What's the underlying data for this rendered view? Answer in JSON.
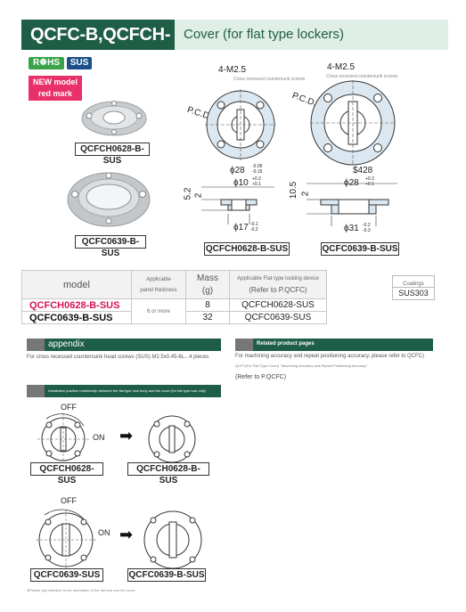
{
  "header": {
    "code": "QCFC-B,QCFCH-B",
    "title": "Cover (for flat type lockers)"
  },
  "badges": {
    "rohs": "R☸HS",
    "material": "SUS",
    "new_model_line1": "NEW model",
    "new_model_line2": "red mark"
  },
  "photos": {
    "small_label": "QCFCH0628-B-SUS",
    "large_label": "QCFC0639-B-SUS"
  },
  "drawings": {
    "left": {
      "screw": "4-M2.5",
      "screw_note": "Cross recessed countersunk screws",
      "pcd": "P.C.D.21",
      "dia_outer": "ϕ28",
      "dia_outer_tol_top": "-0.05",
      "dia_outer_tol_bot": "-0.15",
      "dia_inner": "ϕ10",
      "dia_inner_tol_top": "+0.2",
      "dia_inner_tol_bot": "+0.1",
      "height_total": "5.2",
      "height_flange": "2",
      "dia_bottom": "ϕ17",
      "dia_bottom_tol_top": "-0.1",
      "dia_bottom_tol_bot": "-0.2",
      "label": "QCFCH0628-B-SUS"
    },
    "right": {
      "screw": "4-M2.5",
      "screw_note": "Cross recessed countersunk screws",
      "pcd": "P.C.D.35",
      "dia_outer": "$428",
      "dia_inner": "ϕ28",
      "dia_inner_tol_top": "+0.2",
      "dia_inner_tol_bot": "+0.1",
      "height_total": "10.5",
      "height_flange": "2",
      "dia_bottom": "ϕ31",
      "dia_bottom_tol_top": "-0.2",
      "dia_bottom_tol_bot": "-0.3",
      "label": "QCFC0639-B-SUS"
    }
  },
  "table": {
    "headers": {
      "model": "model",
      "applicable_1": "Applicable",
      "applicable_2": "panel thickness",
      "mass_1": "Mass",
      "mass_2": "(g)",
      "locker_1": "Applicable Flat type locking device",
      "locker_2": "(Refer to P.QCFC)",
      "coating": "Coatings"
    },
    "rows": [
      {
        "model": "QCFCH0628-B-SUS",
        "mass": "8",
        "locker": "QCFCH0628-SUS"
      },
      {
        "model": "QCFC0639-B-SUS",
        "mass": "32",
        "locker": "QCFC0639-SUS"
      }
    ],
    "thickness": "6 or more",
    "coating_value": "SUS303"
  },
  "appendix": {
    "title": "appendix",
    "text": "For cross recessed countersunk head screws (SUS) M2.5x0.45-6L...4 pieces"
  },
  "related": {
    "title": "Related product pages",
    "text": "For machining accuracy and repeat positioning accuracy, please refer to QCFC)",
    "small": "QCFC(For Flat Type Cover) \"Machining Accuracy and Repeat Positioning Accuracy\"",
    "refer": "(Refer to P.QCFC)"
  },
  "install": {
    "title": "Installation position relationship between the flat type lock body and the cover (for flat type lock only)",
    "off": "OFF",
    "on": "ON",
    "top_left": "QCFCH0628-SUS",
    "top_right": "QCFCH0628-B-SUS",
    "bottom_left": "QCFC0639-SUS",
    "bottom_right": "QCFC0639-B-SUS",
    "footnote": "※Please pay attention to the orientation of the flat lock and the cover."
  },
  "colors": {
    "brand_dark": "#1f5e46",
    "brand_light": "#dfeee6",
    "new_red": "#e8306a",
    "model_pink": "#d4145a"
  }
}
